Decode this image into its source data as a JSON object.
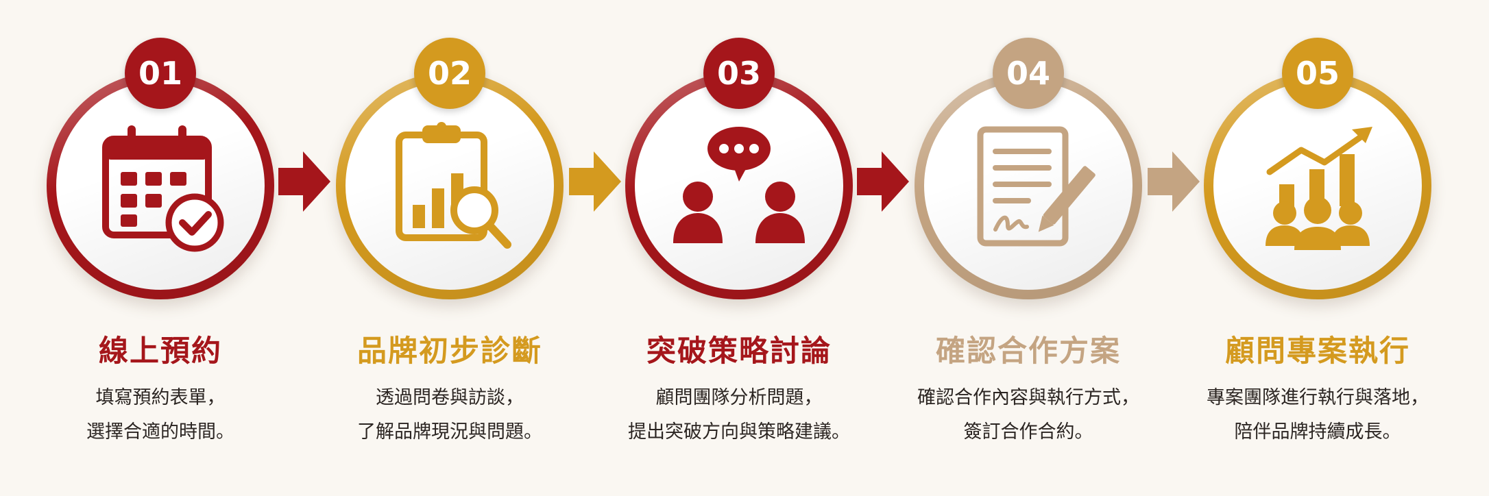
{
  "colors": {
    "dark_red": "#a5161b",
    "gold": "#d49a1f",
    "tan": "#c4a482",
    "text": "#2b2522"
  },
  "steps": [
    {
      "number": "01",
      "title": "線上預約",
      "desc_lines": [
        "填寫預約表單，",
        "選擇合適的時間。"
      ],
      "icon": "calendar-check-icon",
      "color": "#a5161b"
    },
    {
      "number": "02",
      "title": "品牌初步診斷",
      "desc_lines": [
        "透過問卷與訪談，",
        "了解品牌現況與問題。"
      ],
      "icon": "clipboard-chart-magnifier-icon",
      "color": "#d49a1f"
    },
    {
      "number": "03",
      "title": "突破策略討論",
      "desc_lines": [
        "顧問團隊分析問題，",
        "提出突破方向與策略建議。"
      ],
      "icon": "discussion-people-icon",
      "color": "#a5161b"
    },
    {
      "number": "04",
      "title": "確認合作方案",
      "desc_lines": [
        "確認合作內容與執行方式，",
        "簽訂合作合約。"
      ],
      "icon": "contract-signing-icon",
      "color": "#c4a482"
    },
    {
      "number": "05",
      "title": "顧問專案執行",
      "desc_lines": [
        "專案團隊進行執行與落地，",
        "陪伴品牌持續成長。"
      ],
      "icon": "team-growth-chart-icon",
      "color": "#d49a1f"
    }
  ],
  "arrows": [
    {
      "icon": "arrow-right-icon",
      "color": "#a5161b"
    },
    {
      "icon": "arrow-right-icon",
      "color": "#d49a1f"
    },
    {
      "icon": "arrow-right-icon",
      "color": "#a5161b"
    },
    {
      "icon": "arrow-right-icon",
      "color": "#c4a482"
    }
  ]
}
